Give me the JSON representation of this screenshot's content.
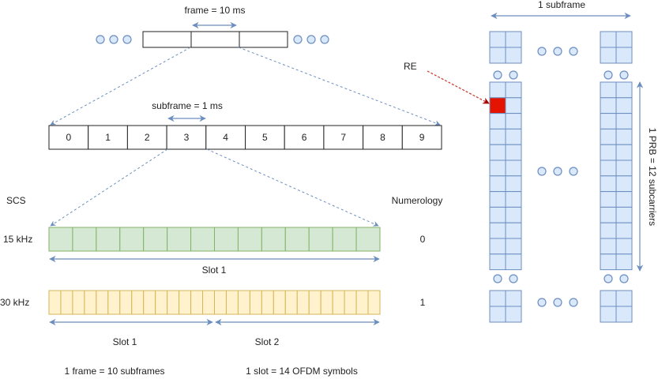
{
  "frame": {
    "label": "frame = 10 ms",
    "visible_frames": 3,
    "ellipsis_dots": 3
  },
  "subframes": {
    "label": "subframe = 1 ms",
    "indices": [
      "0",
      "1",
      "2",
      "3",
      "4",
      "5",
      "6",
      "7",
      "8",
      "9"
    ]
  },
  "numerology_table": {
    "scs_header": "SCS",
    "numerology_header": "Numerology",
    "rows": [
      {
        "scs": "15 kHz",
        "numerology": "0",
        "symbols": 14,
        "fill": "#d5e8d4",
        "stroke": "#82b366",
        "slots": [
          "Slot 1"
        ]
      },
      {
        "scs": "30 kHz",
        "numerology": "1",
        "symbols": 28,
        "fill": "#fff2cc",
        "stroke": "#d6b656",
        "slots": [
          "Slot 1",
          "Slot 2"
        ]
      }
    ]
  },
  "footnotes": {
    "left": "1 frame = 10 subframes",
    "right": "1 slot = 14 OFDM symbols"
  },
  "resource_grid": {
    "subframe_label": "1 subframe",
    "re_label": "RE",
    "prb_label": "1 PRB = 12 subcarriers",
    "prb_rows": 12,
    "columns_per_block": 2,
    "cell_fill": "#dae8fc",
    "cell_stroke": "#6c8ebf",
    "re_fill": "#e51400",
    "re_row": 1,
    "re_col": 0
  },
  "colors": {
    "arrow": "#6c8ebf",
    "dots": "#dae8fc",
    "re_arrow": "#c0392b",
    "box_stroke": "#222222"
  }
}
